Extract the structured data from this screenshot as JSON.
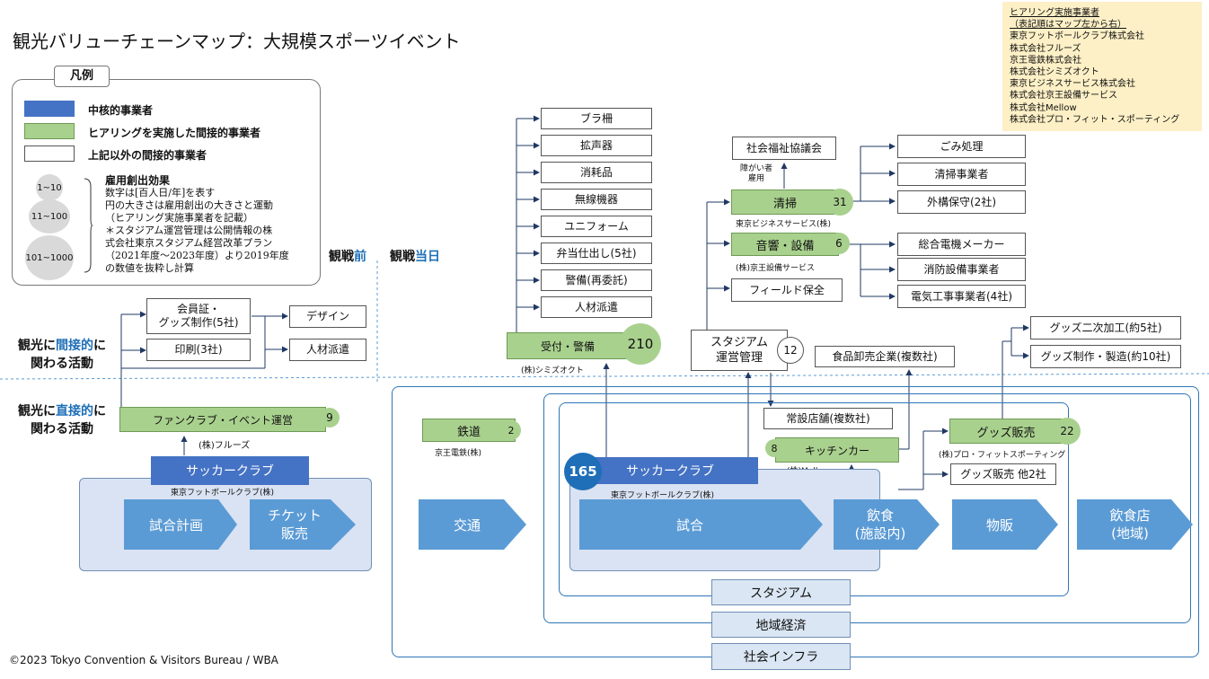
{
  "title": "観光バリューチェーンマップ：大規模スポーツイベント",
  "hearing": {
    "heading1": "ヒアリング実施事業者",
    "heading2": "（表記順はマップ左から右）",
    "companies": [
      "東京フットボールクラブ株式会社",
      "株式会社フルーズ",
      "京王電鉄株式会社",
      "株式会社シミズオクト",
      "東京ビジネスサービス株式会社",
      "株式会社京王設備サービス",
      "株式会社Mellow",
      "株式会社プロ・フィット・スポーティング"
    ]
  },
  "legend": {
    "title": "凡例",
    "core": "中核的事業者",
    "interviewed": "ヒアリングを実施した間接的事業者",
    "other": "上記以外の間接的事業者",
    "employment_title": "雇用創出効果",
    "c1": "1~10",
    "c2": "11~100",
    "c3": "101~1000",
    "notes": [
      "数字は[百人日/年]を表す",
      "円の大きさは雇用創出の大きさと運動",
      "（ヒアリング実施事業者を記載）",
      "＊スタジアム運営管理は公開情報の株",
      "式会社東京スタジアム経営改革プラン",
      "（2021年度～2023年度）より2019年度",
      "の数値を抜粋し計算"
    ],
    "colors": {
      "core": "#4472c4",
      "interviewed": "#a9d18e",
      "other": "#ffffff"
    }
  },
  "phases": {
    "before": "観戦前",
    "before_a": "観戦",
    "before_b": "前",
    "day": "観戦当日",
    "day_a": "観戦",
    "day_b": "当日"
  },
  "side": {
    "indirect_1a": "観光に",
    "indirect_1b": "間接的",
    "indirect_1c": "に",
    "indirect_2": "関わる活動",
    "direct_1a": "観光に",
    "direct_1b": "直接的",
    "direct_1c": "に",
    "direct_2": "関わる活動"
  },
  "pre": {
    "membership": "会員証・\nグッズ制作(5社)",
    "printing": "印刷(3社)",
    "design": "デザイン",
    "staffing": "人材派遣",
    "fanclub": "ファンクラブ・イベント運営",
    "fanclub_num": "9",
    "fanclub_company": "(株)フルーズ",
    "core_label": "サッカークラブ",
    "core_company": "東京フットボールクラブ(株)",
    "chain": [
      "試合計画",
      "チケット\n販売"
    ]
  },
  "security": {
    "items": [
      "ブラ柵",
      "拡声器",
      "消耗品",
      "無線機器",
      "ユニフォーム",
      "弁当仕出し(5社)",
      "警備(再委託)",
      "人材派遣"
    ],
    "main": "受付・警備",
    "num": "210",
    "company": "(株)シミズオクト"
  },
  "stadium_mgmt": {
    "label": "スタジアム\n運営管理",
    "num": "12"
  },
  "cleaning": {
    "welfare": "社会福祉協議会",
    "welfare_note": "障がい者\n雇用",
    "main": "清掃",
    "num": "31",
    "company": "東京ビジネスサービス(株)",
    "subs": [
      "ごみ処理",
      "清掃事業者",
      "外構保守(2社)"
    ]
  },
  "sound": {
    "main": "音響・設備",
    "num": "6",
    "company": "(株)京王設備サービス",
    "subs": [
      "総合電機メーカー",
      "消防設備事業者",
      "電気工事事業者(4社)"
    ],
    "field": "フィールド保全"
  },
  "food": {
    "wholesale": "食品卸売企業(複数社)",
    "shops": "常設店舗(複数社)",
    "kitchen": "キッチンカー",
    "kitchen_num": "8",
    "kitchen_company": "(株)Mellow"
  },
  "goods": {
    "sub1": "グッズ二次加工(約5社)",
    "sub2": "グッズ制作・製造(約10社)",
    "main": "グッズ販売",
    "num": "22",
    "company": "(株)プロ・フィットスポーティング",
    "other": "グッズ販売 他2社"
  },
  "rail": {
    "label": "鉄道",
    "num": "2",
    "company": "京王電鉄(株)"
  },
  "day": {
    "core_label": "サッカークラブ",
    "core_num": "165",
    "core_company": "東京フットボールクラブ(株)",
    "chain": [
      "交通",
      "試合",
      "飲食\n(施設内)",
      "物販",
      "飲食店\n(地域)"
    ]
  },
  "layers": [
    "スタジアム",
    "地域経済",
    "社会インフラ"
  ],
  "footer": "©2023 Tokyo Convention & Visitors Bureau / WBA"
}
